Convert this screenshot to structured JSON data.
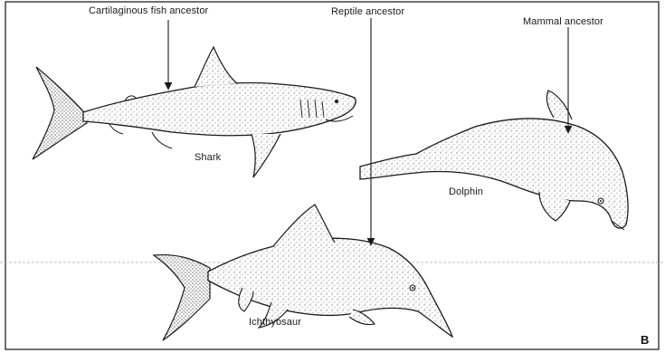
{
  "labels": {
    "cartilaginous": "Cartilaginous fish ancestor",
    "reptile": "Reptile ancestor",
    "mammal": "Mammal ancestor",
    "shark": "Shark",
    "dolphin": "Dolphin",
    "ichthyosaur": "Ichthyosaur",
    "panel": "B"
  },
  "colors": {
    "ink": "#1a1a1a",
    "stipple": "#8a8a8a",
    "border": "#333333",
    "page_rule": "#aaaaaa"
  }
}
